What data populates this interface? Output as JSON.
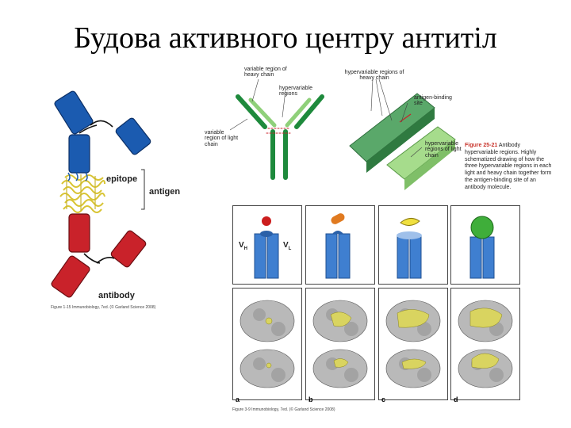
{
  "slide": {
    "title": "Будова активного центру антитіл"
  },
  "left_figure": {
    "epitope_label": "epitope",
    "antigen_label": "antigen",
    "antibody_label": "antibody",
    "credit": "Figure 1-15 Immunobiology, 7ed. (© Garland Science 2008)",
    "colors": {
      "heavy_chain": "#1b5bb0",
      "antibody": "#c9222a",
      "antigen": "#e8d84a"
    }
  },
  "top_figure": {
    "label_variable_heavy": "variable region of heavy chain",
    "label_hypervariable": "hypervariable regions",
    "label_variable_light": "variable region of light chain",
    "label_hv_heavy": "hypervariable regions of heavy chain",
    "label_binding_site": "antigen-binding site",
    "label_hv_light": "hypervariable regions of light chain",
    "caption_title": "Figure 25-21",
    "caption_rest": "Antibody hypervariable regions. Highly schematized drawing of how the three hypervariable regions in each light and heavy chain together form the antigen-binding site of an antibody molecule.",
    "colors": {
      "chain": "#1e8a3c",
      "light": "#8fd07a"
    }
  },
  "grid_figure": {
    "vh_label": "V",
    "vh_sub": "H",
    "vl_label": "V",
    "vl_sub": "L",
    "panel_letters": [
      "a",
      "b",
      "c",
      "d"
    ],
    "credit": "Figure 3-9 Immunobiology, 7ed. (© Garland Science 2008)",
    "colors": {
      "domain": "#3f7fd0",
      "ligands": [
        "#cc1e1e",
        "#e07a20",
        "#f0e040",
        "#3fae3a"
      ]
    }
  }
}
